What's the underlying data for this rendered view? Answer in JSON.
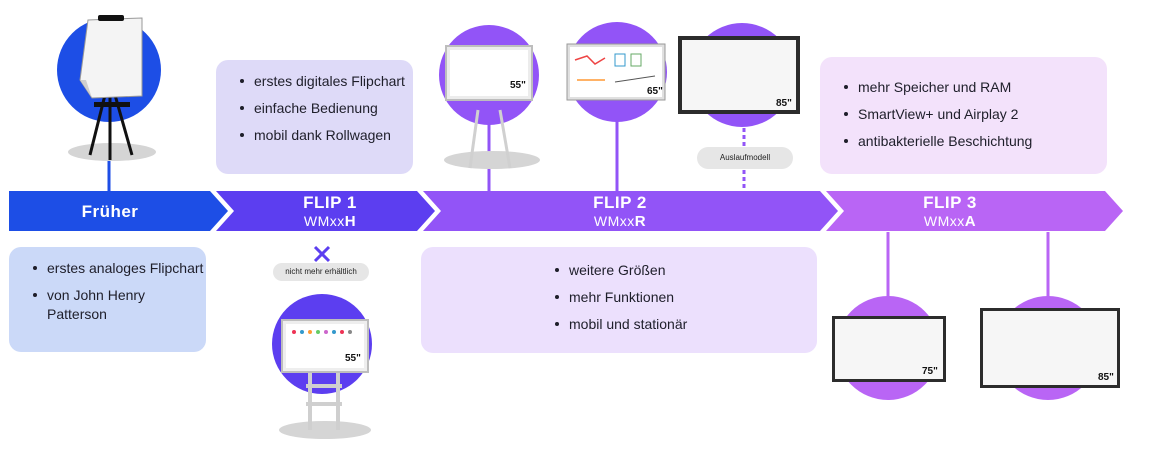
{
  "timeline": [
    {
      "title": "Früher",
      "model_prefix": "",
      "model_suffix": ""
    },
    {
      "title": "FLIP 1",
      "model_prefix": "WMxx",
      "model_suffix": "H"
    },
    {
      "title": "FLIP 2",
      "model_prefix": "WMxx",
      "model_suffix": "R"
    },
    {
      "title": "FLIP 3",
      "model_prefix": "WMxx",
      "model_suffix": "A"
    }
  ],
  "boxes": {
    "frueher": [
      "erstes analoges Flipchart",
      "von John Henry Patterson"
    ],
    "flip1": [
      "erstes digitales Flipchart",
      "einfache Bedienung",
      "mobil dank Rollwagen"
    ],
    "flip2": [
      "weitere Größen",
      "mehr Funktionen",
      "mobil und stationär"
    ],
    "flip3": [
      "mehr Speicher und RAM",
      "SmartView+ und Airplay 2",
      "antibakterielle Beschichtung"
    ]
  },
  "labels": {
    "not_available": "nicht mehr erhältlich",
    "discontinued": "Auslaufmodell"
  },
  "sizes": {
    "flip1_bottom": "55\"",
    "flip2_a": "55\"",
    "flip2_b": "65\"",
    "flip2_c": "85\"",
    "flip3_a": "75\"",
    "flip3_b": "85\""
  },
  "colors": {
    "frueher": "#1d4ee6",
    "flip1": "#5c3ef0",
    "flip2": "#9254f7",
    "flip3": "#b965f5",
    "box_frueher": "#cbd9f8",
    "box_flip1": "#dedaf8",
    "box_flip2": "#ece0fd",
    "box_flip3": "#f3e2fb"
  }
}
